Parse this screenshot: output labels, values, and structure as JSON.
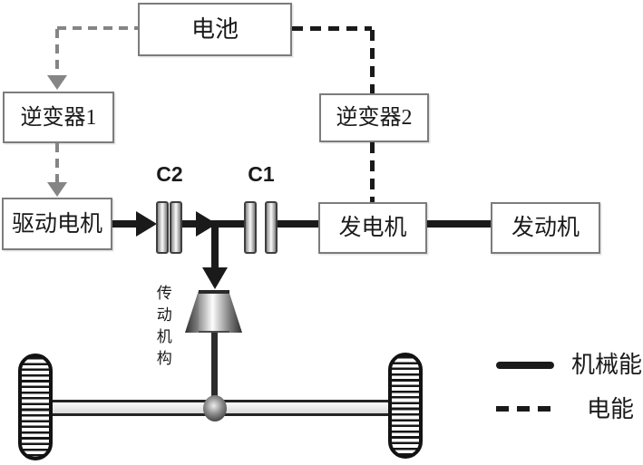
{
  "nodes": {
    "battery": {
      "label": "电池"
    },
    "inverter1": {
      "label": "逆变器1"
    },
    "inverter2": {
      "label": "逆变器2"
    },
    "drive_motor": {
      "label": "驱动电机"
    },
    "generator": {
      "label": "发电机"
    },
    "engine": {
      "label": "发动机"
    }
  },
  "clutches": {
    "c2": {
      "label": "C2"
    },
    "c1": {
      "label": "C1"
    }
  },
  "transmission": {
    "label": "传动机构"
  },
  "legend": {
    "mechanical": {
      "label": "机械能",
      "line_style": "solid"
    },
    "electrical": {
      "label": "电能",
      "line_style": "dashed"
    }
  },
  "colors": {
    "mechanical_line": "#1a1a1a",
    "electrical_line_black": "#1a1a1a",
    "electrical_line_gray": "#858585",
    "box_border": "#7c7c7c",
    "background": "#ffffff"
  }
}
